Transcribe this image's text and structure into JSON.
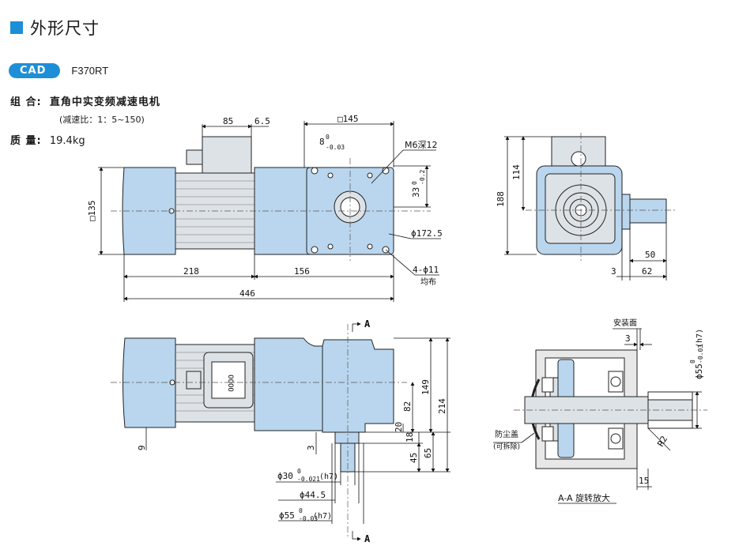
{
  "header": {
    "title": "外形尺寸"
  },
  "cad": {
    "badge": "CAD",
    "model": "F370RT"
  },
  "specs": {
    "combo_label": "组 合:",
    "combo_value": "直角中实变频减速电机",
    "ratio": "(减速比：1：5~150)",
    "mass_label": "质 量:",
    "mass_value": "19.4kg"
  },
  "dims_top": {
    "d85": "85",
    "d65": "6.5",
    "d145": "□145",
    "tol8": "8",
    "tol8b": "-0.03",
    "tol8a": "0",
    "m6": "M6深12",
    "d33": "33",
    "d33a": "0",
    "d33b": "-0.2",
    "d135": "□135",
    "d172": "ϕ172.5",
    "holes": "4-ϕ11",
    "holes2": "均布",
    "d218": "218",
    "d156": "156",
    "d446": "446"
  },
  "dims_side": {
    "d188": "188",
    "d114": "114",
    "d50": "50",
    "d3": "3",
    "d62": "62"
  },
  "dims_front": {
    "d149": "149",
    "d214": "214",
    "d82": "82",
    "d20": "20",
    "d18": "18",
    "d45": "45",
    "d65": "65",
    "d9": "9",
    "d3": "3",
    "phi30": "ϕ30",
    "phi30a": "0",
    "phi30b": "-0.021",
    "phi30c": "(h7)",
    "phi445": "ϕ44.5",
    "phi55": "ϕ55",
    "phi55a": "0",
    "phi55b": "-0.03",
    "phi55c": "(h7)",
    "sec": "A"
  },
  "dims_section": {
    "mount": "安装面",
    "d3": "3",
    "phi55": "ϕ55",
    "phi55a": "0",
    "phi55b": "-0.03",
    "phi55c": "(h7)",
    "dust": "防尘盖",
    "dust2": "(可拆除)",
    "r2": "R2",
    "d15": "15",
    "caption": "A-A 旋转放大"
  }
}
